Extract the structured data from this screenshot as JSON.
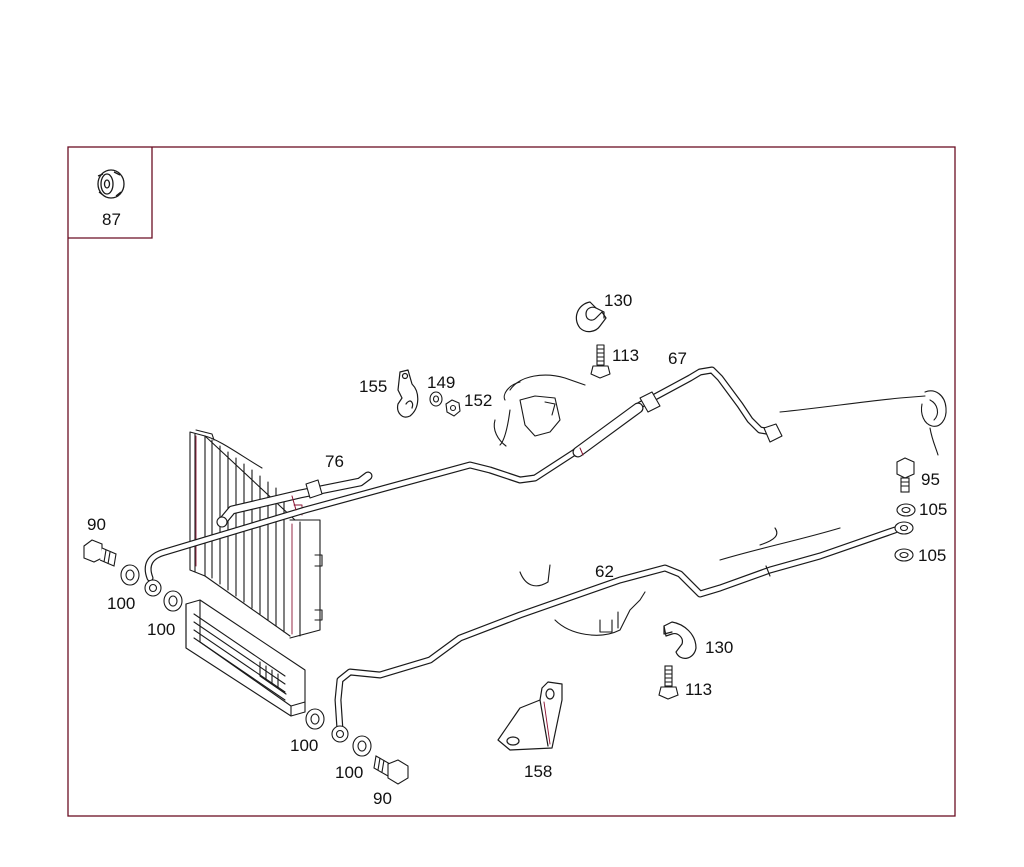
{
  "colors": {
    "frame": "#6b0f24",
    "ink": "#1a1a1a",
    "accent": "#8a1030"
  },
  "inset": {
    "part_number": "87",
    "icon": "rubber-mount-icon"
  },
  "callouts": {
    "p130a": "130",
    "p113a": "113",
    "p67": "67",
    "p155": "155",
    "p149": "149",
    "p152": "152",
    "p76": "76",
    "p95": "95",
    "p105a": "105",
    "p105b": "105",
    "p90a": "90",
    "p100a": "100",
    "p100b": "100",
    "p62": "62",
    "p130b": "130",
    "p113b": "113",
    "p100c": "100",
    "p100d": "100",
    "p90b": "90",
    "p158": "158"
  }
}
